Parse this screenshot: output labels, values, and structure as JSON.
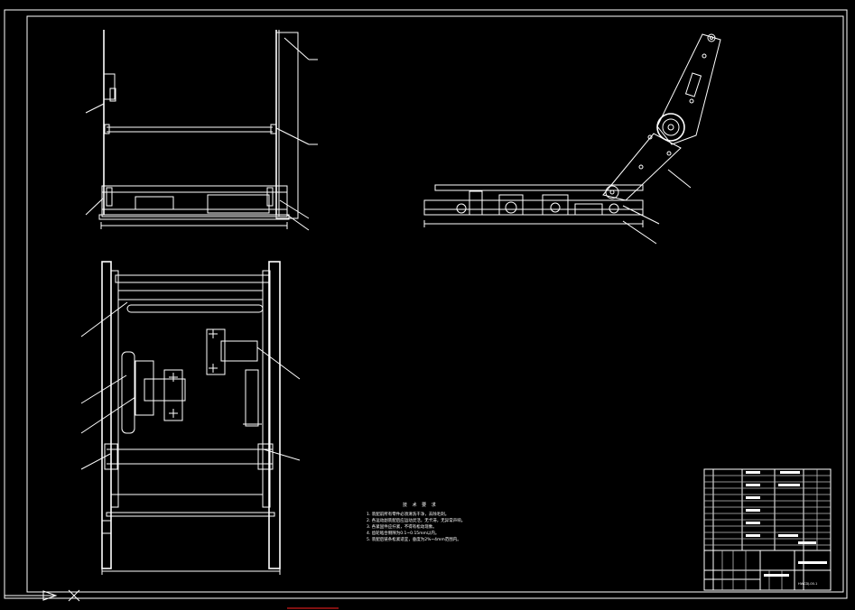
{
  "tech_requirements": {
    "title": "技 术 要 求",
    "items": [
      "1. 装配前所有零件必须清洗干净，去除毛刺。",
      "2. 各运动副装配后应运动灵活，无卡滞，无异常声响。",
      "3. 各紧固件应拧紧，不得有松动现象。",
      "4. 齿轮啮合侧隙为0.1~0.15mm以内。",
      "5. 装配后链条松紧适宜，垂度为2%~4mm范围内。"
    ]
  },
  "title_block": {
    "drawing_no": "HWCDJ-00-1"
  },
  "colors": {
    "background": "#000000",
    "lines": "#ffffff",
    "accent": "#ff2020"
  }
}
